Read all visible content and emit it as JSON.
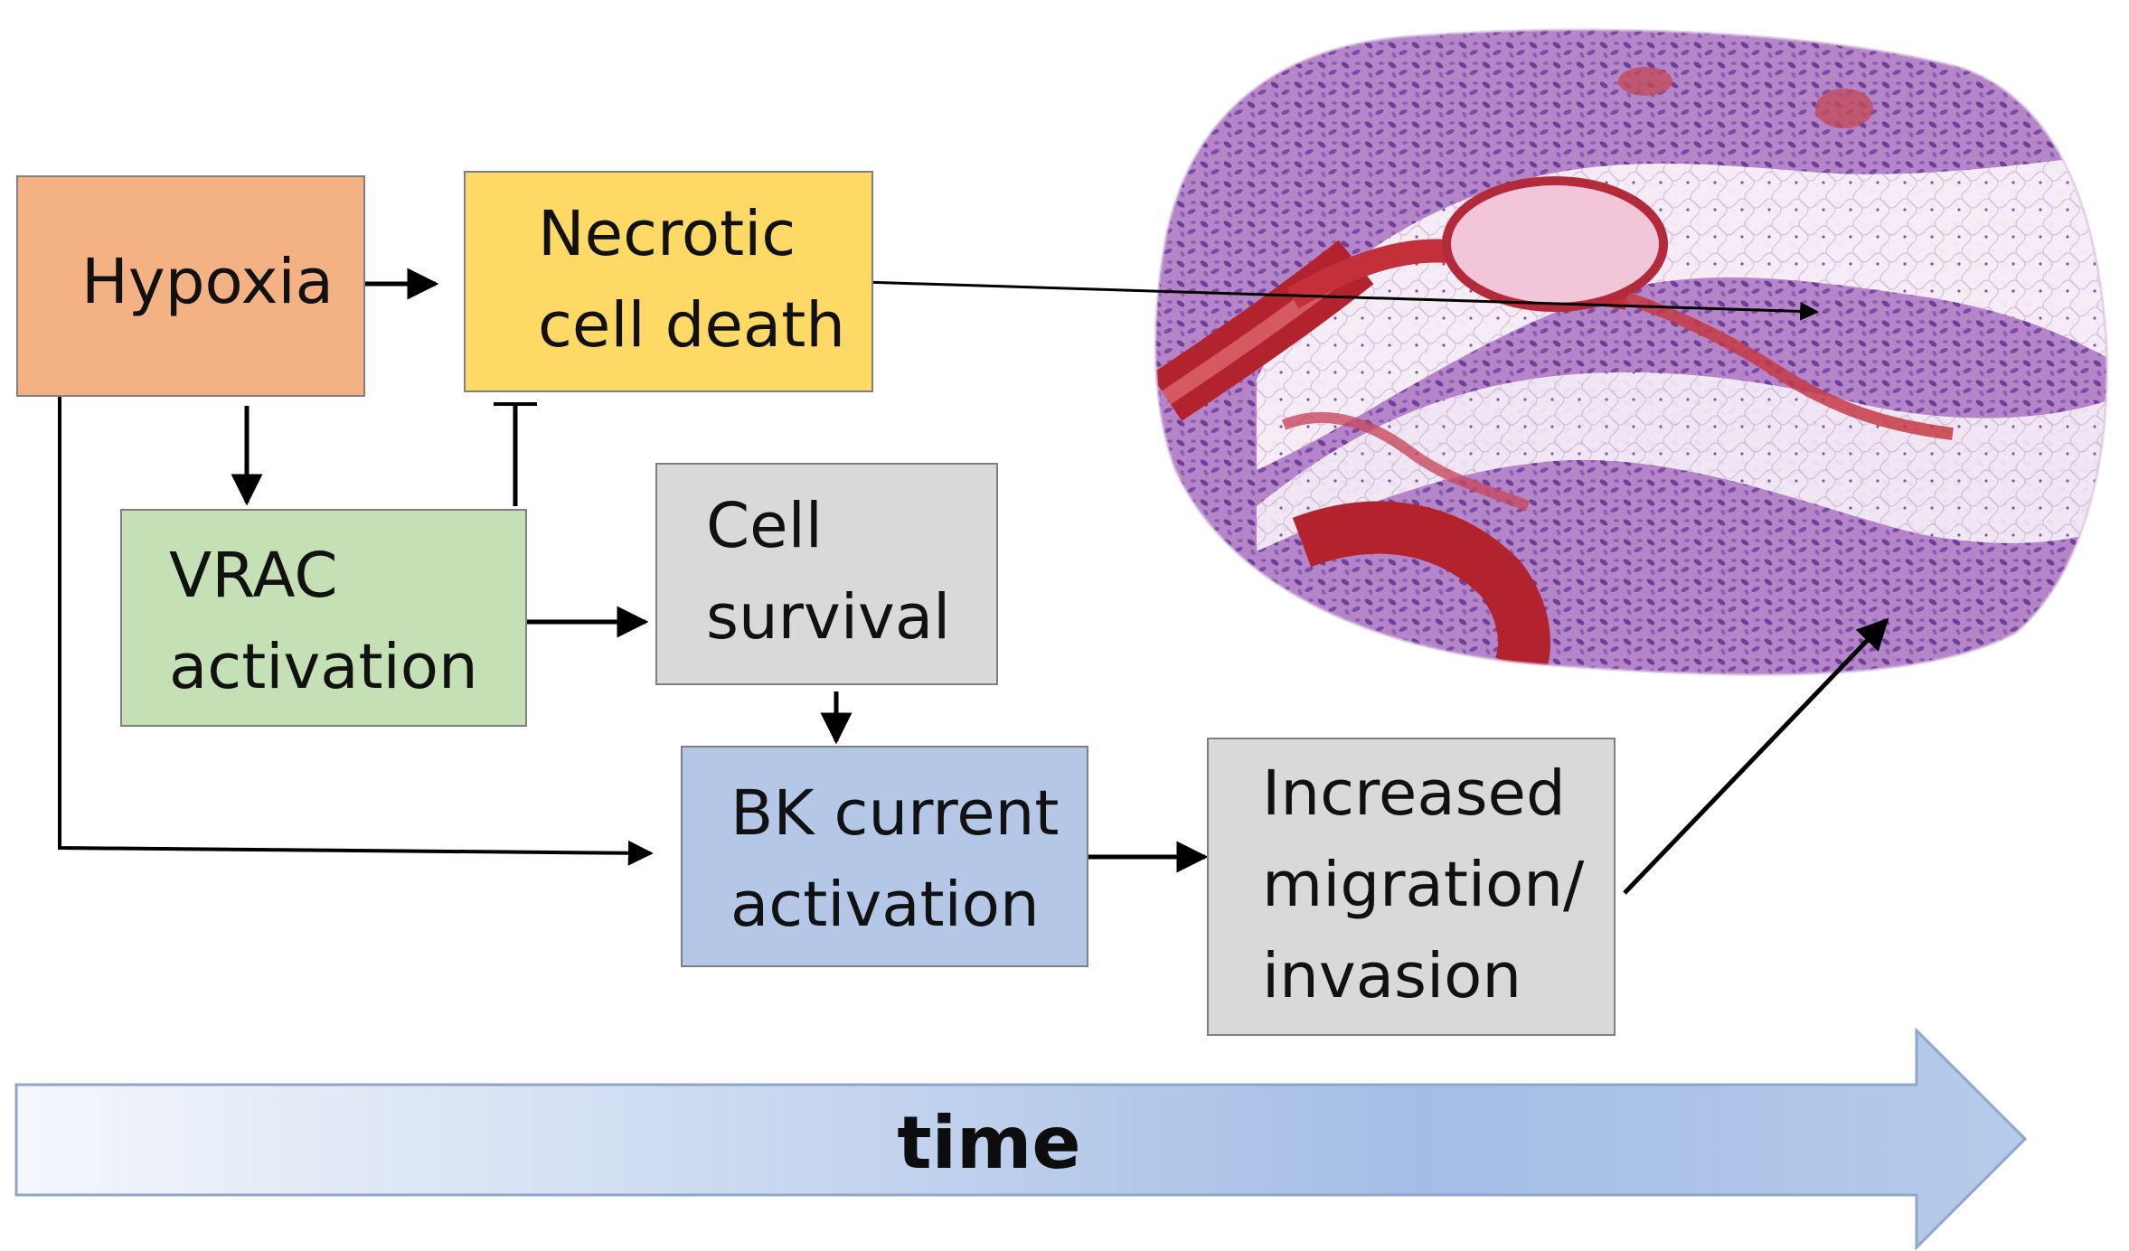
{
  "nodes": {
    "hypoxia": {
      "lines": [
        "Hypoxia"
      ],
      "color": "#f4b183"
    },
    "necrotic": {
      "lines": [
        "Necrotic",
        "cell death"
      ],
      "color": "#ffd966"
    },
    "vrac": {
      "lines": [
        "VRAC",
        "activation"
      ],
      "color": "#c5e0b4"
    },
    "survival": {
      "lines": [
        "Cell",
        "survival"
      ],
      "color": "#d9d9d9"
    },
    "bk": {
      "lines": [
        "BK current",
        "activation"
      ],
      "color": "#b4c7e7"
    },
    "migration": {
      "lines": [
        "Increased",
        "migration/",
        "invasion"
      ],
      "color": "#d9d9d9"
    }
  },
  "edges": [
    {
      "from": "hypoxia",
      "to": "necrotic",
      "type": "activates"
    },
    {
      "from": "hypoxia",
      "to": "vrac",
      "type": "activates"
    },
    {
      "from": "vrac",
      "to": "necrotic",
      "type": "inhibits"
    },
    {
      "from": "vrac",
      "to": "survival",
      "type": "activates"
    },
    {
      "from": "survival",
      "to": "bk",
      "type": "activates"
    },
    {
      "from": "hypoxia",
      "to": "bk",
      "type": "activates"
    },
    {
      "from": "bk",
      "to": "migration",
      "type": "activates"
    },
    {
      "from": "necrotic",
      "to": "illustration-necrotic-core",
      "type": "points-to"
    },
    {
      "from": "migration",
      "to": "illustration-invasive-edge",
      "type": "points-to"
    }
  ],
  "time_arrow": {
    "label": "time",
    "gradient": [
      "#f3f6fc",
      "#a9c0e6"
    ]
  },
  "illustration": {
    "subject": "tissue-histology-illustration",
    "palette": [
      "#7a4fa6",
      "#b07bc9",
      "#c83c44",
      "#f2e6f3"
    ]
  }
}
